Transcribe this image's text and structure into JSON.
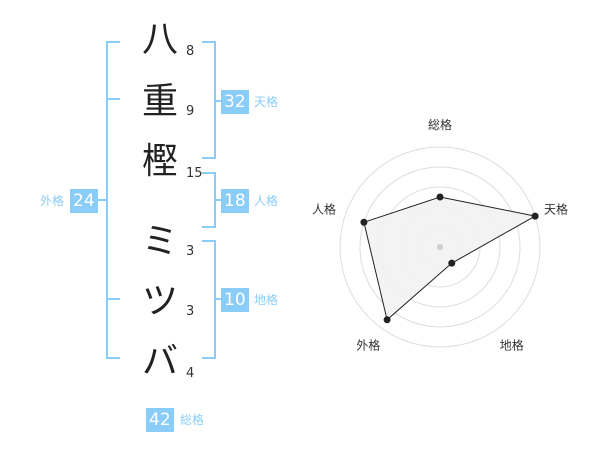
{
  "name": {
    "chars": [
      {
        "char": "八",
        "strokes": "8"
      },
      {
        "char": "重",
        "strokes": "9"
      },
      {
        "char": "樫",
        "strokes": "15"
      },
      {
        "char": "ミ",
        "strokes": "3"
      },
      {
        "char": "ツ",
        "strokes": "3"
      },
      {
        "char": "バ",
        "strokes": "4"
      }
    ]
  },
  "fortunes": {
    "tenkaku": {
      "label": "天格",
      "value": "32"
    },
    "jinkaku": {
      "label": "人格",
      "value": "18"
    },
    "chikaku": {
      "label": "地格",
      "value": "10"
    },
    "gaikaku": {
      "label": "外格",
      "value": "24"
    },
    "soukaku": {
      "label": "総格",
      "value": "42"
    }
  },
  "chart_data": {
    "type": "radar",
    "axes": [
      "総格",
      "天格",
      "地格",
      "外格",
      "人格"
    ],
    "values": [
      0.5,
      1.0,
      0.2,
      0.9,
      0.8
    ],
    "range": [
      0,
      1
    ],
    "rings": 5,
    "colors": {
      "fill": "#f2f2f2",
      "stroke": "#222222",
      "grid": "#dddddd",
      "accent": "#8acdf8"
    }
  }
}
